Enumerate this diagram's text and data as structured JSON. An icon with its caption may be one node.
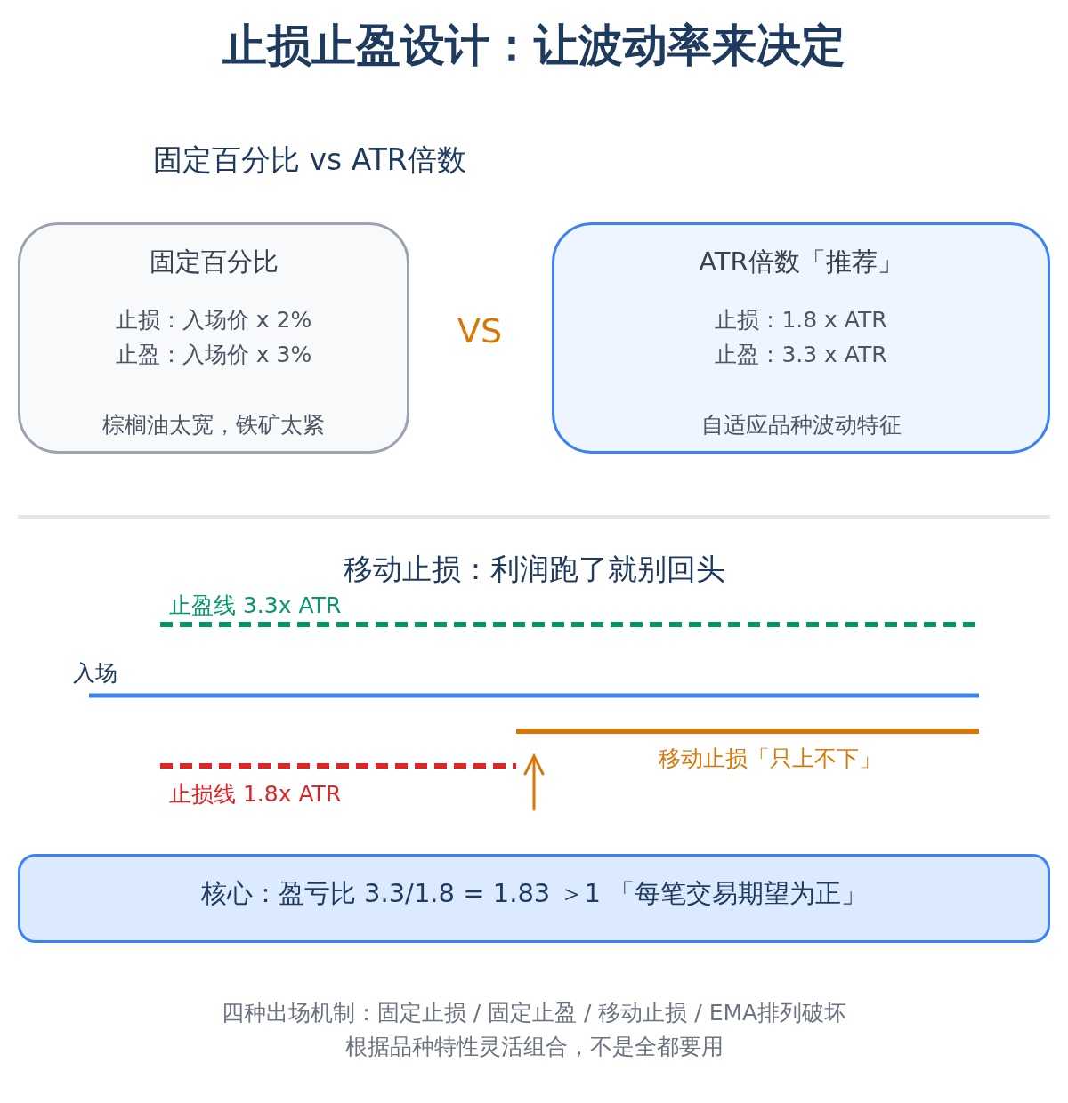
{
  "diagram": {
    "title": "止损止盈设计：让波动率来决定",
    "nodes": [
      {
        "text": [
          "固定百分比",
          "止损：入场价 x 2%",
          "止盈：入场价 x 3%",
          "棕榈油太宽，铁矿太紧"
        ]
      },
      {
        "text": [
          "ATR倍数「推荐」",
          "止损：1.8 x ATR",
          "止盈：3.3 x ATR",
          "自适应品种波动特征"
        ]
      },
      {
        "text": [
          "核心：盈亏比 3.3/1.8 = 1.83 ＞1 「每笔交易期望为正」"
        ]
      }
    ],
    "edges": [],
    "labels": [
      "固定百分比 vs ATR倍数",
      "VS",
      "移动止损：利润跑了就别回头",
      "止盈线 3.3x ATR",
      "入场",
      "移动止损「只上不下」",
      "止损线 1.8x ATR",
      "四种出场机制：固定止损 / 固定止盈 / 移动止损 / EMA排列破坏",
      "根据品种特性灵活组合，不是全都要用"
    ]
  }
}
